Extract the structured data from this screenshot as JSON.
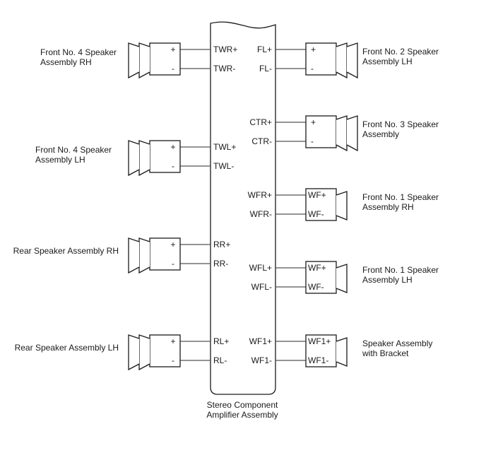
{
  "amplifier": {
    "label_line1": "Stereo Component",
    "label_line2": "Amplifier Assembly"
  },
  "left_connections": [
    {
      "name_line1": "Front No. 4 Speaker",
      "name_line2": "Assembly RH",
      "speaker_type": "tweeter-double-cone",
      "terminal_plus": "+",
      "terminal_minus": "-",
      "amp_pin_plus": "TWR+",
      "amp_pin_minus": "TWR-"
    },
    {
      "name_line1": "Front No. 4 Speaker",
      "name_line2": "Assembly LH",
      "speaker_type": "tweeter-double-cone",
      "terminal_plus": "+",
      "terminal_minus": "-",
      "amp_pin_plus": "TWL+",
      "amp_pin_minus": "TWL-"
    },
    {
      "name_line1": "Rear Speaker Assembly RH",
      "name_line2": "",
      "speaker_type": "double-cone",
      "terminal_plus": "+",
      "terminal_minus": "-",
      "amp_pin_plus": "RR+",
      "amp_pin_minus": "RR-"
    },
    {
      "name_line1": "Rear Speaker Assembly LH",
      "name_line2": "",
      "speaker_type": "double-cone",
      "terminal_plus": "+",
      "terminal_minus": "-",
      "amp_pin_plus": "RL+",
      "amp_pin_minus": "RL-"
    }
  ],
  "right_connections": [
    {
      "name_line1": "Front No. 2 Speaker",
      "name_line2": "Assembly LH",
      "speaker_type": "double-cone",
      "terminal_plus": "+",
      "terminal_minus": "-",
      "amp_pin_plus": "FL+",
      "amp_pin_minus": "FL-"
    },
    {
      "name_line1": "Front No. 3 Speaker",
      "name_line2": "Assembly",
      "speaker_type": "double-cone",
      "terminal_plus": "+",
      "terminal_minus": "-",
      "amp_pin_plus": "CTR+",
      "amp_pin_minus": "CTR-"
    },
    {
      "name_line1": "Front No. 1 Speaker",
      "name_line2": "Assembly RH",
      "speaker_type": "single-cone",
      "terminal_plus": "WF+",
      "terminal_minus": "WF-",
      "amp_pin_plus": "WFR+",
      "amp_pin_minus": "WFR-"
    },
    {
      "name_line1": "Front No. 1 Speaker",
      "name_line2": "Assembly LH",
      "speaker_type": "single-cone",
      "terminal_plus": "WF+",
      "terminal_minus": "WF-",
      "amp_pin_plus": "WFL+",
      "amp_pin_minus": "WFL-"
    },
    {
      "name_line1": "Speaker Assembly",
      "name_line2": "with Bracket",
      "speaker_type": "single-cone",
      "terminal_plus": "WF1+",
      "terminal_minus": "WF1-",
      "amp_pin_plus": "WF1+",
      "amp_pin_minus": "WF1-"
    }
  ]
}
